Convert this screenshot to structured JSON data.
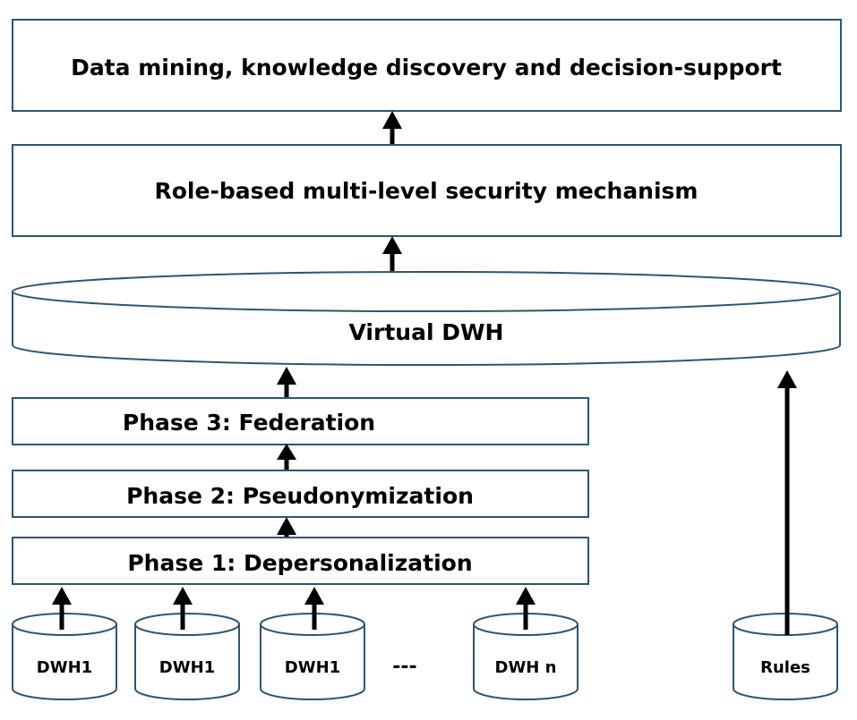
{
  "layers": {
    "top": {
      "label": "Data mining, knowledge discovery and decision-support"
    },
    "security": {
      "label": "Role-based multi-level security mechanism"
    },
    "virtual_dwh": {
      "label": "Virtual DWH"
    }
  },
  "phases": [
    {
      "label": "Phase 3: Federation"
    },
    {
      "label": "Phase 2: Pseudonymization"
    },
    {
      "label": "Phase 1: Depersonalization"
    }
  ],
  "sources": [
    {
      "label": "DWH1"
    },
    {
      "label": "DWH1"
    },
    {
      "label": "DWH1"
    },
    {
      "label": "DWH n"
    }
  ],
  "ellipsis": "---",
  "rules": {
    "label": "Rules"
  },
  "colors": {
    "stroke": "#2e5670",
    "arrow": "#000000",
    "text": "#000000"
  }
}
